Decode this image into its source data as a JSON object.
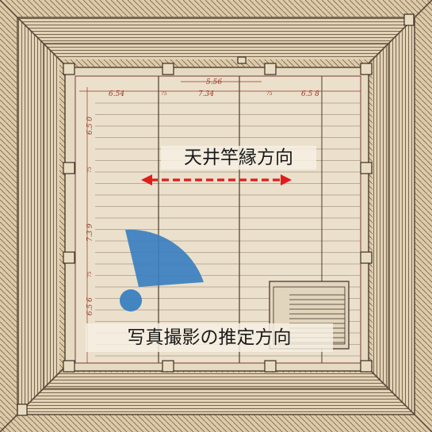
{
  "annotations": {
    "ceiling_direction_label": "天井竿縁方向",
    "photo_direction_label": "写真撮影の推定方向",
    "arrow_color": "#e21b1b",
    "marker_color": "#3a7fc0"
  },
  "plan": {
    "top_dimensions": {
      "bay_left": "6.54",
      "gap_left": "75",
      "bay_center": "7.34",
      "gap_right": "75",
      "bay_right": "6.5 8",
      "center_span": "5.56"
    },
    "left_dimensions": {
      "upper": "6.5 0",
      "gap_upper": "75",
      "middle": "7.3 9",
      "gap_lower": "75",
      "lower": "6.5 6"
    }
  }
}
